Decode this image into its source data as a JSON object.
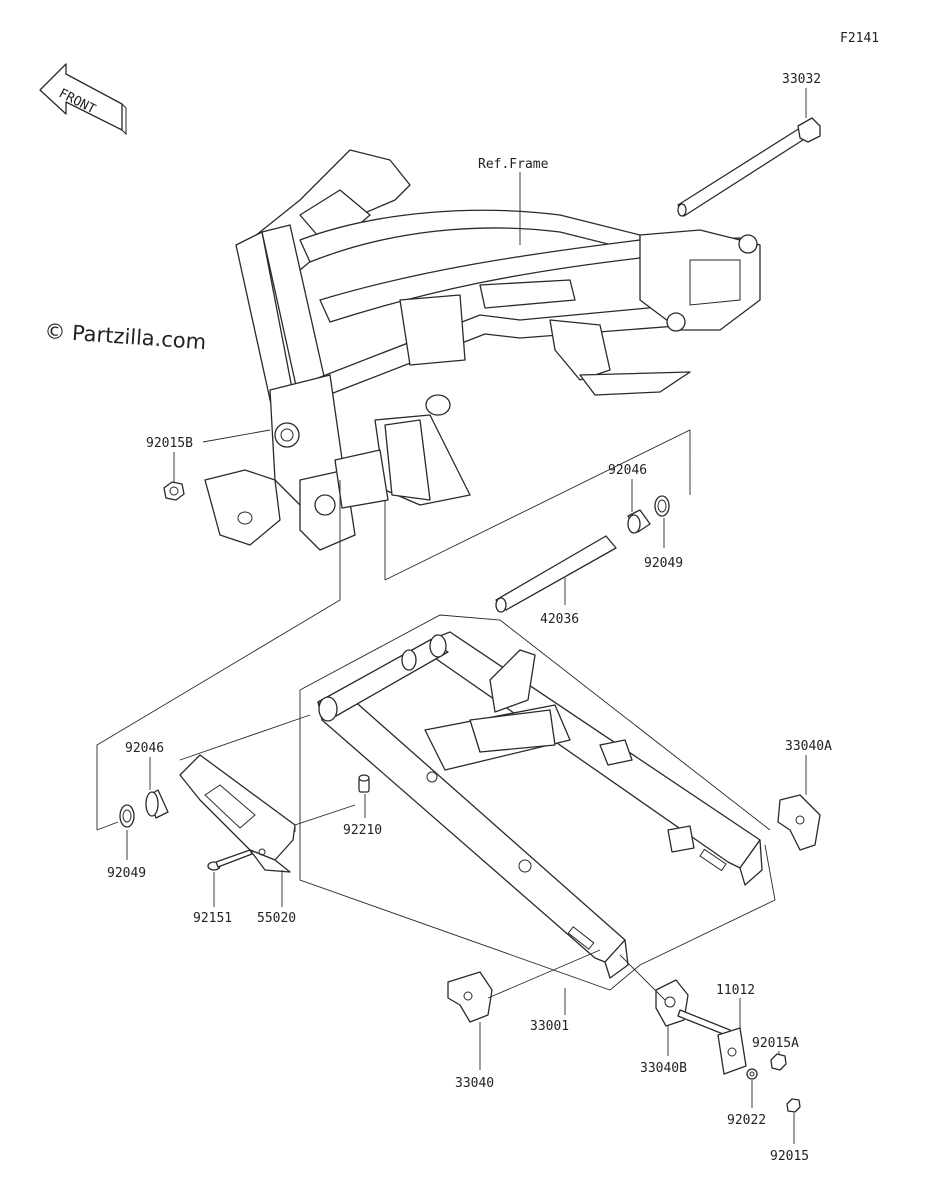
{
  "diagram_code": "F2141",
  "front_label": "FRONT",
  "watermark": "© Partzilla.com",
  "ref_frame": "Ref.Frame",
  "parts": {
    "p33032": "33032",
    "p92015B": "92015B",
    "p92046_top": "92046",
    "p92049_top": "92049",
    "p42036": "42036",
    "p92046_left": "92046",
    "p92049_left": "92049",
    "p92210": "92210",
    "p92151": "92151",
    "p55020": "55020",
    "p33040A": "33040A",
    "p33001": "33001",
    "p33040": "33040",
    "p33040B": "33040B",
    "p11012": "11012",
    "p92015A": "92015A",
    "p92022": "92022",
    "p92015": "92015"
  }
}
